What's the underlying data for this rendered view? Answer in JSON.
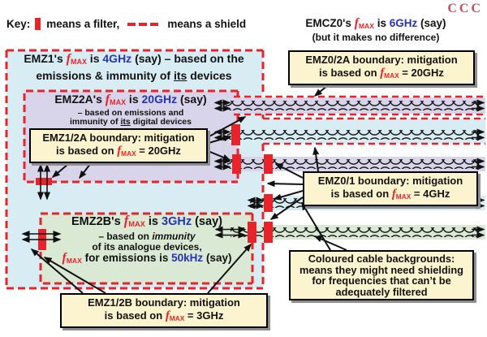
{
  "logo": {
    "text": "CCC"
  },
  "key": {
    "label": "Key:",
    "filter_label": "means a filter,",
    "shield_label": "means a shield"
  },
  "fmax": {
    "f": "f",
    "sub": "MAX"
  },
  "emcz0": {
    "pre": "EMCZ0's ",
    "mid": " is ",
    "value": "6GHz",
    "post": " (say)",
    "note": "(but it makes no difference)"
  },
  "zones": {
    "emz1": {
      "pre": "EMZ1's ",
      "mid": " is ",
      "value": "4GHz",
      "post": " (say) – based on the",
      "line2_a": "emissions & immunity of ",
      "line2_u": "its",
      "line2_b": " devices"
    },
    "emz2a": {
      "pre": "EMZ2A's ",
      "mid": " is ",
      "value": "20GHz",
      "post": " (say)",
      "line2": "– based on emissions and",
      "line3_a": "immunity of ",
      "line3_u": "its",
      "line3_b": " digital devices"
    },
    "emz2b": {
      "pre": "EMZ2B's ",
      "mid": " is ",
      "value": "3GHz",
      "post": " (say)",
      "line2_a": "– based on ",
      "line2_i": "immunity",
      "line3": "of its analogue devices,",
      "line4_a": " for emissions is ",
      "line4_value": "50kHz",
      "line4_b": " (say)"
    }
  },
  "callouts": {
    "emz0_2a": {
      "line1": "EMZ0/2A boundary: mitigation",
      "line2_a": "is based on ",
      "line2_b": " = 20GHz"
    },
    "emz1_2a": {
      "line1": "EMZ1/2A boundary: mitigation",
      "line2_a": "is based on ",
      "line2_b": " = 20GHz"
    },
    "emz0_1": {
      "line1": "EMZ0/1 boundary: mitigation",
      "line2_a": "is based on ",
      "line2_b": " = 4GHz"
    },
    "emz1_2b": {
      "line1": "EMZ1/2B boundary: mitigation",
      "line2_a": "is based on ",
      "line2_b": " = 3GHz"
    },
    "coloured": {
      "line1": "Coloured cable backgrounds:",
      "line2": "means they might need shielding",
      "line3": "for frequencies that can’t be",
      "line4": "adequately filtered"
    }
  },
  "colors": {
    "red": "#e8232a",
    "blue": "#2433b8",
    "emz1_fill": "#d7edf3",
    "emz2a_fill": "#d8d5ea",
    "emz2b_fill": "#dae9d3",
    "callout_fill": "#fcf4cf",
    "logo_red": "#c94f5c"
  }
}
